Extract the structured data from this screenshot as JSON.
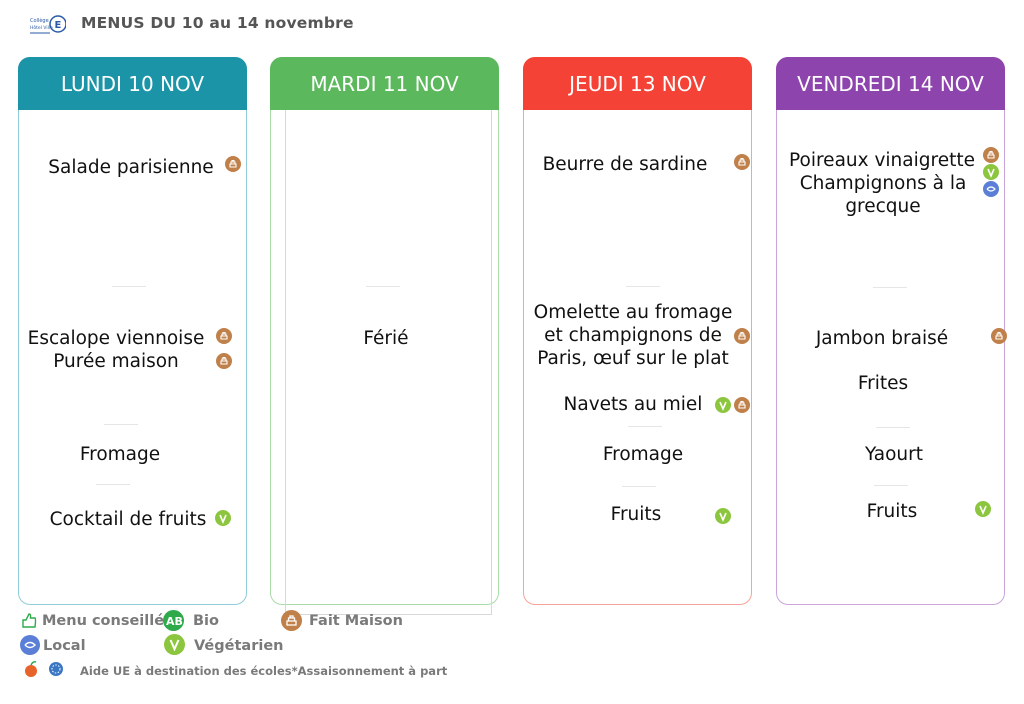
{
  "header": {
    "title": "MENUS DU 10 au 14 novembre"
  },
  "colors": {
    "lundi": "#1b94a8",
    "mardi": "#5cb85c",
    "jeudi": "#f44336",
    "vendredi": "#8e44ad",
    "fait_maison": "#c0804a",
    "vegetarien": "#8cc63f",
    "local": "#5b7fd6",
    "bio": "#2eaa4a"
  },
  "days": [
    {
      "label": "LUNDI 10 NOV",
      "items": [
        "Salade parisienne",
        "Escalope viennoise",
        "Purée maison",
        "Fromage",
        "Cocktail de fruits"
      ]
    },
    {
      "label": "MARDI 11 NOV",
      "items": [
        "Férié"
      ]
    },
    {
      "label": "JEUDI 13 NOV",
      "items": [
        "Beurre de sardine",
        "Omelette au fromage et champignons de Paris, œuf sur le plat",
        "Navets au miel",
        "Fromage",
        "Fruits"
      ]
    },
    {
      "label": "VENDREDI 14 NOV",
      "items": [
        "Poireaux vinaigrette",
        "Champignons à la grecque",
        "Jambon braisé",
        "Frites",
        "Yaourt",
        "Fruits"
      ]
    }
  ],
  "legend": {
    "menu_conseille": "Menu conseillé",
    "bio": "Bio",
    "fait_maison": "Fait Maison",
    "local": "Local",
    "vegetarien": "Végétarien",
    "note": "Aide UE à destination des écoles*Assaisonnement à part"
  },
  "icons": [
    "fait-maison-icon",
    "vegetarian-icon",
    "local-icon",
    "bio-icon",
    "menu-conseille-icon",
    "eu-aid-icon"
  ]
}
